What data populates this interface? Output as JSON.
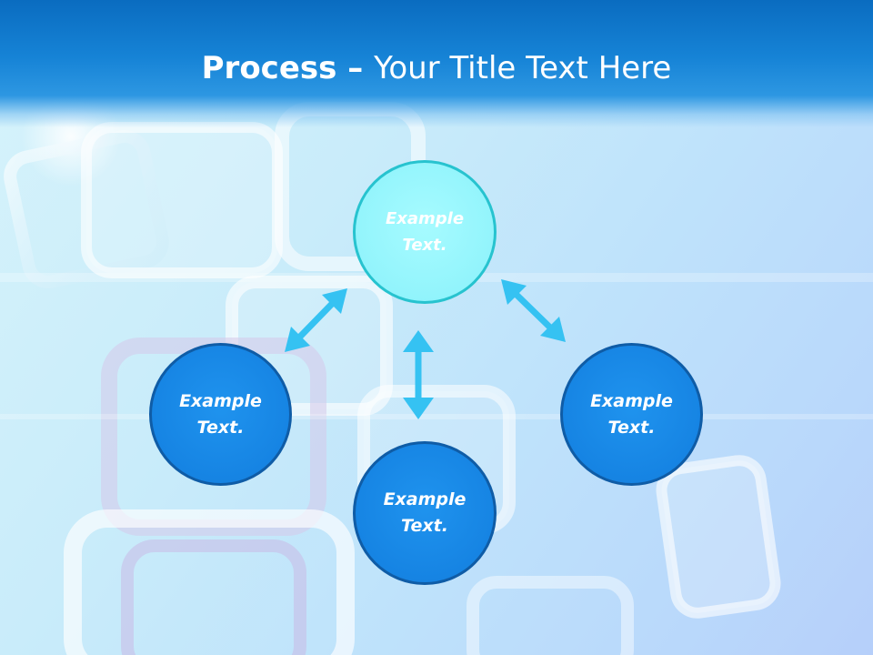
{
  "title": {
    "bold": "Process",
    "dash": " – ",
    "rest": "Your Title Text Here"
  },
  "nodes": {
    "top": "Example\nText.",
    "left": "Example\nText.",
    "bottom": "Example\nText.",
    "right": "Example\nText."
  },
  "colors": {
    "header": "#1683d6",
    "node_dark": "#1684e3",
    "node_dark_border": "#0f5ca6",
    "node_light": "#92f4fc",
    "node_light_border": "#27c3cf",
    "arrow": "#35c2f2"
  }
}
